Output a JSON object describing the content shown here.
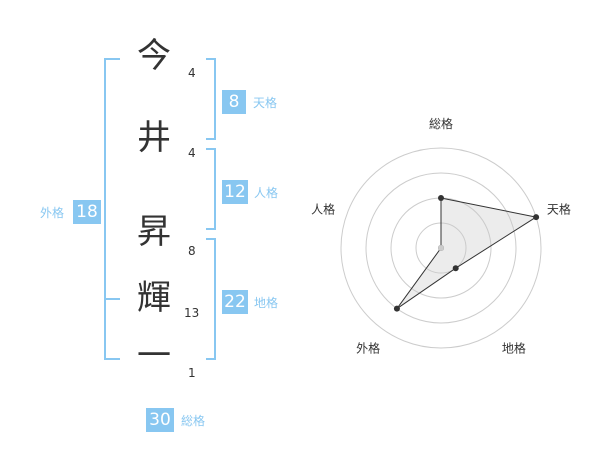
{
  "name": {
    "chars": [
      {
        "char": "今",
        "strokes": "4"
      },
      {
        "char": "井",
        "strokes": "4"
      },
      {
        "char": "昇",
        "strokes": "8"
      },
      {
        "char": "輝",
        "strokes": "13"
      },
      {
        "char": "一",
        "strokes": "1"
      }
    ]
  },
  "fortunes": {
    "tenkaku": {
      "value": "8",
      "label": "天格"
    },
    "jinkaku": {
      "value": "12",
      "label": "人格"
    },
    "chikaku": {
      "value": "22",
      "label": "地格"
    },
    "gaikaku": {
      "value": "18",
      "label": "外格"
    },
    "soukaku": {
      "value": "30",
      "label": "総格"
    }
  },
  "colors": {
    "accent": "#88c7f1",
    "text": "#333333",
    "ring": "#cccccc"
  },
  "chart_data": {
    "type": "radar",
    "axes": [
      "総格",
      "天格",
      "地格",
      "外格",
      "人格"
    ],
    "levels": 4,
    "range": [
      0,
      4
    ],
    "values": [
      2,
      4,
      1,
      3,
      0
    ]
  }
}
